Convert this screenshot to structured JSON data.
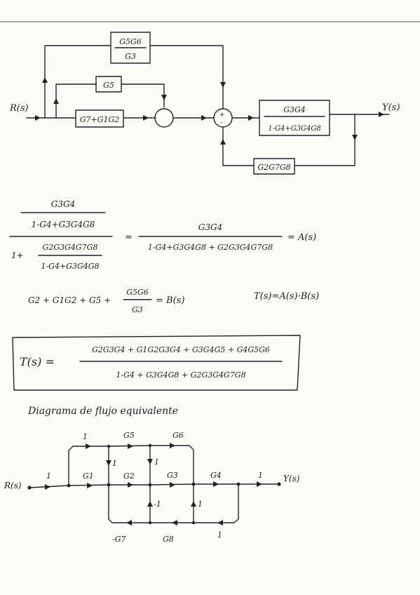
{
  "block_diagram": {
    "input": "R(s)",
    "output": "Y(s)",
    "blocks": {
      "g5g6_num": "G5G6",
      "g5g6_den": "G3",
      "g5": "G5",
      "g1g2": "G7+G1G2",
      "fwd_num": "G3G4",
      "fwd_den": "1-G4+G3G4G8",
      "feedback": "G2G7G8"
    },
    "sum2_signs": "+ -"
  },
  "equations": {
    "a_outer_num": "G3G4",
    "a_outer_den": "1-G4+G3G4G8",
    "a_one_plus": "1+",
    "a_inner_num": "G2G3G4G7G8",
    "a_inner_den": "1-G4+G3G4G8",
    "a_eq": "=",
    "a_result_num": "G3G4",
    "a_result_den": "1-G4+G3G4G8 + G2G3G4G7G8",
    "a_label": "= A(s)",
    "b_lhs": "G2 + G1G2 + G5 +",
    "b_frac_num": "G5G6",
    "b_frac_den": "G3",
    "b_label": "= B(s)",
    "t_product": "T(s)=A(s)·B(s)",
    "t_lhs": "T(s) =",
    "t_num": "G2G3G4 + G1G2G3G4 + G3G4G5 + G4G5G6",
    "t_den": "1-G4 + G3G4G8 + G2G3G4G7G8"
  },
  "flow_graph": {
    "heading": "Diagrama de flujo equivalente",
    "input": "R(s)",
    "output": "Y(s)",
    "labels": {
      "top_1": "1",
      "top_g5": "G5",
      "top_g6": "G6",
      "mid_1": "1",
      "mid_g1": "G1",
      "mid_g2": "G2",
      "mid_g3": "G3",
      "mid_g4": "G4",
      "mid_out1": "1",
      "vert_1a": "1",
      "vert_1b": "1",
      "vert_m1": "-1",
      "vert_1c": "1",
      "bot_g7": "-G7",
      "bot_g8": "G8",
      "bot_1": "1"
    }
  }
}
